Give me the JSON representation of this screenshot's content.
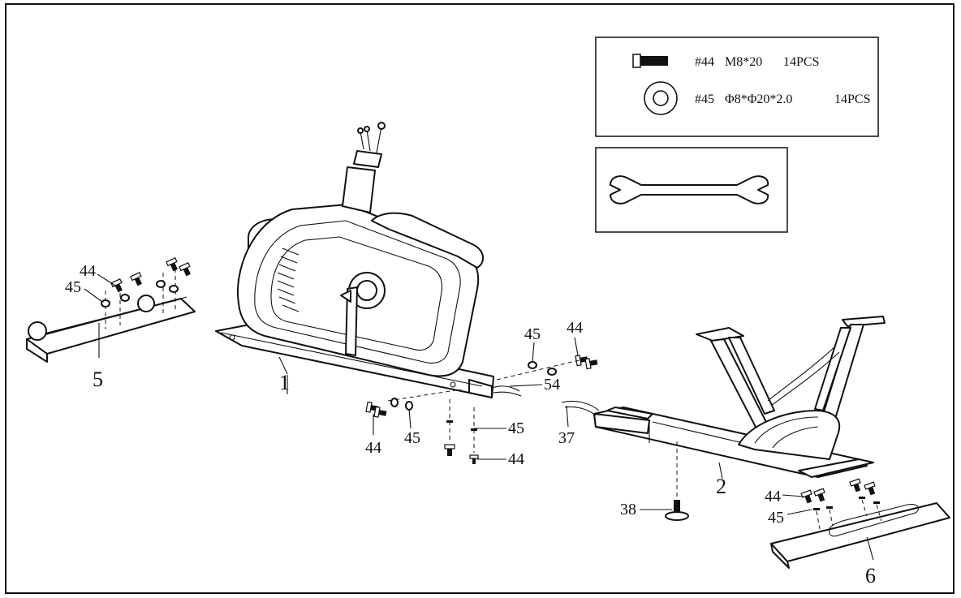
{
  "hardware": [
    {
      "code": "#44",
      "spec": "M8*20",
      "qty": "14PCS",
      "icon": "bolt-icon"
    },
    {
      "code": "#45",
      "spec": "Φ8*Φ20*2.0",
      "qty": "14PCS",
      "icon": "washer-icon"
    }
  ],
  "tool": {
    "icon": "wrench-icon"
  },
  "labels": {
    "p1": "1",
    "p2": "2",
    "p5": "5",
    "p6": "6",
    "p37": "37",
    "p38": "38",
    "p54": "54",
    "l44": "44",
    "l45": "45"
  }
}
